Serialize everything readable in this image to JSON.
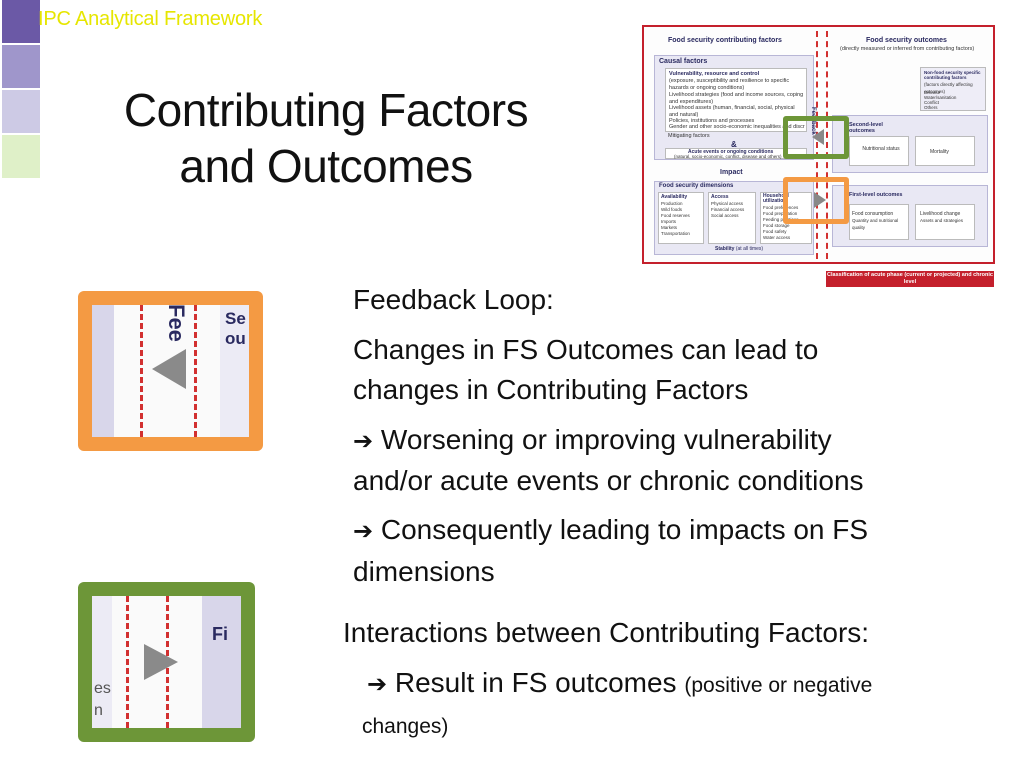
{
  "header": {
    "brand": "IPC Analytical Framework"
  },
  "colors": {
    "block1": "#6b59a6",
    "block2": "#9f96cb",
    "block3": "#cdcae5",
    "block4": "#dff0c8",
    "accent_red": "#c4202c",
    "orange": "#f49a43",
    "green": "#6d9638"
  },
  "slide": {
    "title_line1": "Contributing Factors",
    "title_line2": "and Outcomes"
  },
  "diagram": {
    "left_heading": "Food security contributing factors",
    "right_heading": "Food security outcomes",
    "right_subheading": "(directly measured or inferred from contributing factors)",
    "causal_factors": "Causal factors",
    "vulnerability_title": "Vulnerability, resource and control",
    "vulnerability_sub": "(exposure, susceptibility and resilience to specific hazards or ongoing conditions)",
    "vulnerability_items": [
      "Livelihood strategies (food and income sources, coping and expenditures)",
      "Livelihood assets (human, financial, social, physical and natural)",
      "Policies, institutions and processes",
      "Gender and other socio-economic inequalities and discrimination",
      "Mitigating factors"
    ],
    "ampersand": "&",
    "acute_events": "Acute events or ongoing conditions",
    "acute_events_sub": "(natural, socio-economic, conflict, disease and others)",
    "nonfood_title": "Non-food security specific contributing factors",
    "nonfood_sub": "(factors directly affecting outcomes)",
    "nonfood_items": [
      "Disease",
      "Water/sanitation",
      "Conflict",
      "Others"
    ],
    "impact": "Impact",
    "dimensions": "Food security dimensions",
    "availability": "Availability",
    "availability_items": [
      "Production",
      "Wild foods",
      "Food reserves",
      "Imports",
      "Markets",
      "Transportation"
    ],
    "access": "Access",
    "access_items": [
      "Physical access",
      "Financial access",
      "Social access"
    ],
    "utilization": "Household utilization",
    "utilization_items": [
      "Food preferences",
      "Food preparation",
      "Feeding practices",
      "Food storage",
      "Food safety",
      "Water access"
    ],
    "stability": "Stability",
    "stability_sub": "(at all times)",
    "feedback_label": "Feedback",
    "second_level": "Second-level outcomes",
    "nutritional_status": "Nutritional status",
    "mortality": "Mortality",
    "first_level": "First-level outcomes",
    "food_consumption": "Food consumption",
    "food_consumption_sub": "Quantity and nutritional quality",
    "livelihood_change": "Livelihood change",
    "livelihood_change_sub": "Assets and strategies",
    "classification_caption": "Classification of acute phase (current or projected) and chronic level"
  },
  "zoom_top": {
    "frag_vertical": "Fee",
    "frag_right": "Se\nou"
  },
  "zoom_bottom": {
    "frag_right": "Fi",
    "frag_left": "es\nn"
  },
  "body": {
    "feedback_heading": "Feedback Loop:",
    "feedback_line1": "Changes in FS Outcomes can lead to",
    "feedback_line2": "changes in Contributing Factors",
    "bullet1_line1": "Worsening or improving vulnerability",
    "bullet1_line2": "and/or acute events or chronic conditions",
    "bullet2_line1": "Consequently leading to impacts on FS",
    "bullet2_line2": "dimensions",
    "interactions_heading": "Interactions between Contributing Factors:",
    "result_main": "Result in FS outcomes",
    "result_paren_1": "(positive or negative",
    "result_paren_2": "changes)",
    "arrow_glyph": "➔"
  }
}
